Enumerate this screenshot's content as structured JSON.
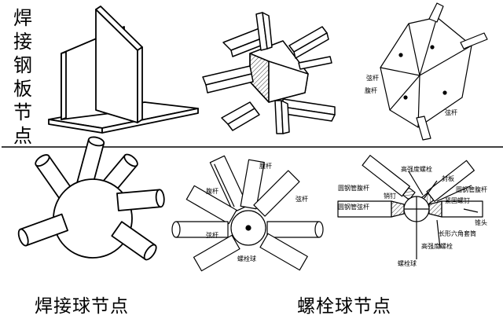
{
  "title_vertical": [
    "焊",
    "接",
    "钢",
    "板",
    "节",
    "点"
  ],
  "captions": {
    "welded_ball": "焊接球节点",
    "bolted_ball": "螺栓球节点"
  },
  "labels": {
    "plate_pyramid": {
      "a": "弦杆",
      "b": "腹杆",
      "c": "弦杆"
    },
    "bolted_ball_left": {
      "a": "腹杆",
      "b": "腹杆",
      "c": "弦杆",
      "d": "弦杆",
      "e": "螺栓球"
    },
    "bolted_detail": {
      "a": "高强度螺栓",
      "b": "封板",
      "c": "圆钢管腹杆",
      "d": "圆钢管腹杆",
      "e": "圆钢管弦杆",
      "f": "紧固螺钉",
      "g": "销钉",
      "h": "锥头",
      "i": "长形六角套筒",
      "j": "高强度螺栓",
      "k": "螺栓球"
    }
  }
}
